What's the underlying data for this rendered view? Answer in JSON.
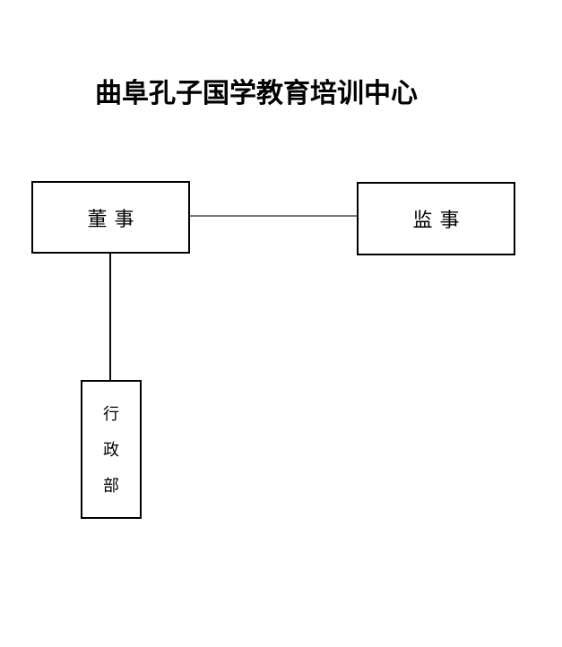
{
  "title": "曲阜孔子国学教育培训中心",
  "org_chart": {
    "director_box": {
      "label": "董事"
    },
    "supervisor_box": {
      "label": "监事"
    },
    "admin_box": {
      "label": "行政部",
      "chars": [
        "行",
        "政",
        "部"
      ]
    }
  },
  "colors": {
    "background": "#ffffff",
    "text": "#000000",
    "box_border": "#000000",
    "horizontal_connector": "#7a7a7a",
    "vertical_connector": "#0a0a0a"
  }
}
